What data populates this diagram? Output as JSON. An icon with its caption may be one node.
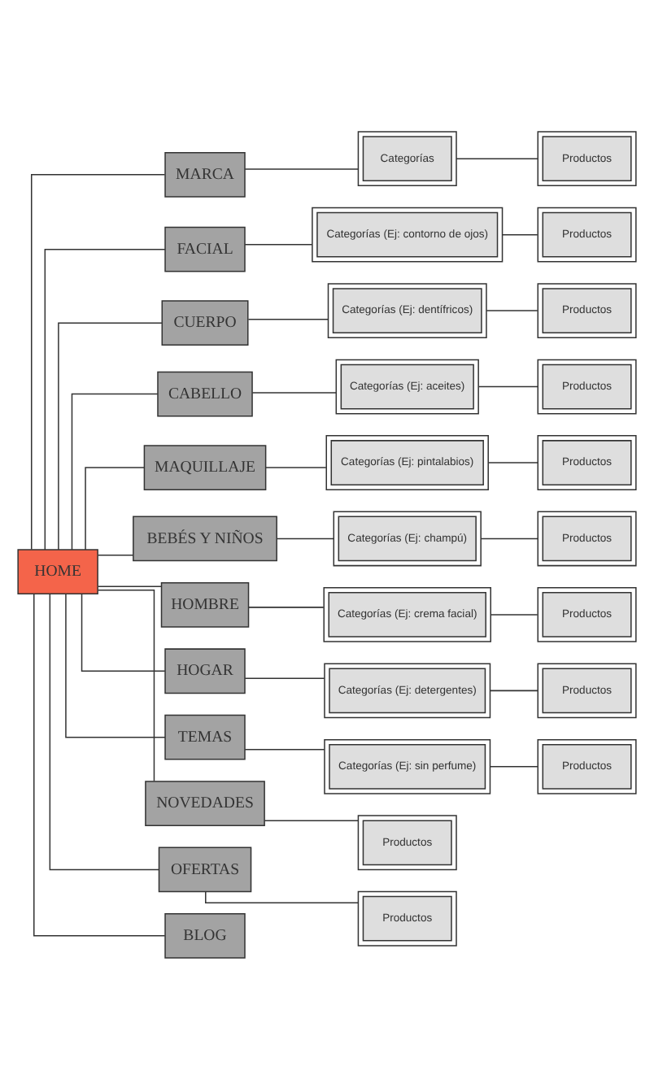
{
  "diagram": {
    "nodes": [
      {
        "text": [
          "HOME"
        ]
      },
      {
        "text": [
          "MARCA"
        ]
      },
      {
        "text": [
          "Categorías"
        ]
      },
      {
        "text": [
          "Productos"
        ]
      },
      {
        "text": [
          "FACIAL"
        ]
      },
      {
        "text": [
          "Categorías (Ej: contorno de ojos)"
        ]
      },
      {
        "text": [
          "Productos"
        ]
      },
      {
        "text": [
          "CUERPO"
        ]
      },
      {
        "text": [
          "Categorías (Ej: dentífricos)"
        ]
      },
      {
        "text": [
          "Productos"
        ]
      },
      {
        "text": [
          "CABELLO"
        ]
      },
      {
        "text": [
          "Categorías (Ej: aceites)"
        ]
      },
      {
        "text": [
          "Productos"
        ]
      },
      {
        "text": [
          "MAQUILLAJE"
        ]
      },
      {
        "text": [
          "Categorías (Ej: pintalabios)"
        ]
      },
      {
        "text": [
          "Productos"
        ]
      },
      {
        "text": [
          "BEBÉS Y NIÑOS"
        ]
      },
      {
        "text": [
          "Categorías (Ej: champú)"
        ]
      },
      {
        "text": [
          "Productos"
        ]
      },
      {
        "text": [
          "HOMBRE"
        ]
      },
      {
        "text": [
          "Categorías (Ej: crema facial)"
        ]
      },
      {
        "text": [
          "Productos"
        ]
      },
      {
        "text": [
          "HOGAR"
        ]
      },
      {
        "text": [
          "Categorías (Ej: detergentes)"
        ]
      },
      {
        "text": [
          "Productos"
        ]
      },
      {
        "text": [
          "TEMAS"
        ]
      },
      {
        "text": [
          "Categorías (Ej: sin perfume)"
        ]
      },
      {
        "text": [
          "Productos"
        ]
      },
      {
        "text": [
          "NOVEDADES"
        ]
      },
      {
        "text": [
          "Productos"
        ]
      },
      {
        "text": [
          "OFERTAS"
        ]
      },
      {
        "text": [
          "Productos"
        ]
      },
      {
        "text": [
          "BLOG"
        ]
      }
    ],
    "edges": [
      {
        "from": 0,
        "to": 1,
        "arrow": "none"
      },
      {
        "from": 1,
        "to": 2,
        "arrow": "none"
      },
      {
        "from": 2,
        "to": 3,
        "arrow": "none"
      },
      {
        "from": 0,
        "to": 4,
        "arrow": "none"
      },
      {
        "from": 4,
        "to": 5,
        "arrow": "none"
      },
      {
        "from": 5,
        "to": 6,
        "arrow": "none"
      },
      {
        "from": 0,
        "to": 7,
        "arrow": "none"
      },
      {
        "from": 7,
        "to": 8,
        "arrow": "none"
      },
      {
        "from": 8,
        "to": 9,
        "arrow": "none"
      },
      {
        "from": 0,
        "to": 10,
        "arrow": "none"
      },
      {
        "from": 10,
        "to": 11,
        "arrow": "none"
      },
      {
        "from": 11,
        "to": 12,
        "arrow": "none"
      },
      {
        "from": 0,
        "to": 13,
        "arrow": "none"
      },
      {
        "from": 13,
        "to": 14,
        "arrow": "none"
      },
      {
        "from": 14,
        "to": 15,
        "arrow": "none"
      },
      {
        "from": 0,
        "to": 16,
        "arrow": "none"
      },
      {
        "from": 16,
        "to": 17,
        "arrow": "none"
      },
      {
        "from": 17,
        "to": 18,
        "arrow": "none"
      },
      {
        "from": 0,
        "to": 19,
        "arrow": "none"
      },
      {
        "from": 19,
        "to": 20,
        "arrow": "none"
      },
      {
        "from": 20,
        "to": 21,
        "arrow": "none"
      },
      {
        "from": 0,
        "to": 22,
        "arrow": "none"
      },
      {
        "from": 22,
        "to": 23,
        "arrow": "none"
      },
      {
        "from": 23,
        "to": 24,
        "arrow": "none"
      },
      {
        "from": 0,
        "to": 25,
        "arrow": "none"
      },
      {
        "from": 25,
        "to": 26,
        "arrow": "none"
      },
      {
        "from": 26,
        "to": 27,
        "arrow": "none"
      },
      {
        "from": 0,
        "to": 28,
        "arrow": "none"
      },
      {
        "from": 28,
        "to": 29,
        "arrow": "none"
      },
      {
        "from": 0,
        "to": 30,
        "arrow": "none"
      },
      {
        "from": 30,
        "to": 31,
        "arrow": "none"
      },
      {
        "from": 0,
        "to": 32,
        "arrow": "none"
      }
    ]
  }
}
